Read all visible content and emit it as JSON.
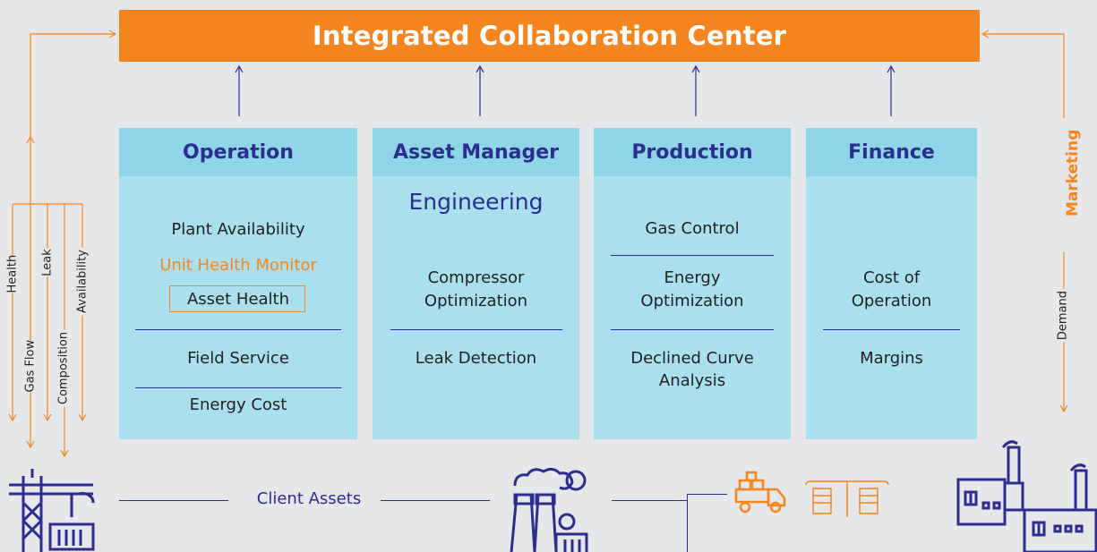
{
  "header": {
    "title": "Integrated Collaboration Center"
  },
  "columns": [
    {
      "title": "Operation",
      "items": [
        "Plant Availability",
        "Unit Health Monitor",
        "Asset Health",
        "Field Service",
        "Energy Cost"
      ]
    },
    {
      "title": "Asset Manager",
      "subtitle": "Engineering",
      "items": [
        "Compressor",
        "Optimization",
        "Leak Detection"
      ]
    },
    {
      "title": "Production",
      "items": [
        "Gas Control",
        "Energy",
        "Optimization",
        "Declined Curve",
        "Analysis"
      ]
    },
    {
      "title": "Finance",
      "items": [
        "Cost of",
        "Operation",
        "Margins"
      ]
    }
  ],
  "left_labels": [
    "Health",
    "Leak",
    "Availability",
    "Gas Flow",
    "Composition"
  ],
  "right_labels": {
    "marketing": "Marketing",
    "demand": "Demand"
  },
  "bottom": {
    "client_assets": "Client Assets"
  },
  "colors": {
    "accent": "#f5861f",
    "navy": "#2b2e8f",
    "panel": "#aadfed",
    "panel_head": "#8ed5e8"
  },
  "icons": [
    "crane-icon",
    "factory-smoke-icon",
    "delivery-truck-icon",
    "server-rack-icon",
    "industrial-plant-icon"
  ]
}
